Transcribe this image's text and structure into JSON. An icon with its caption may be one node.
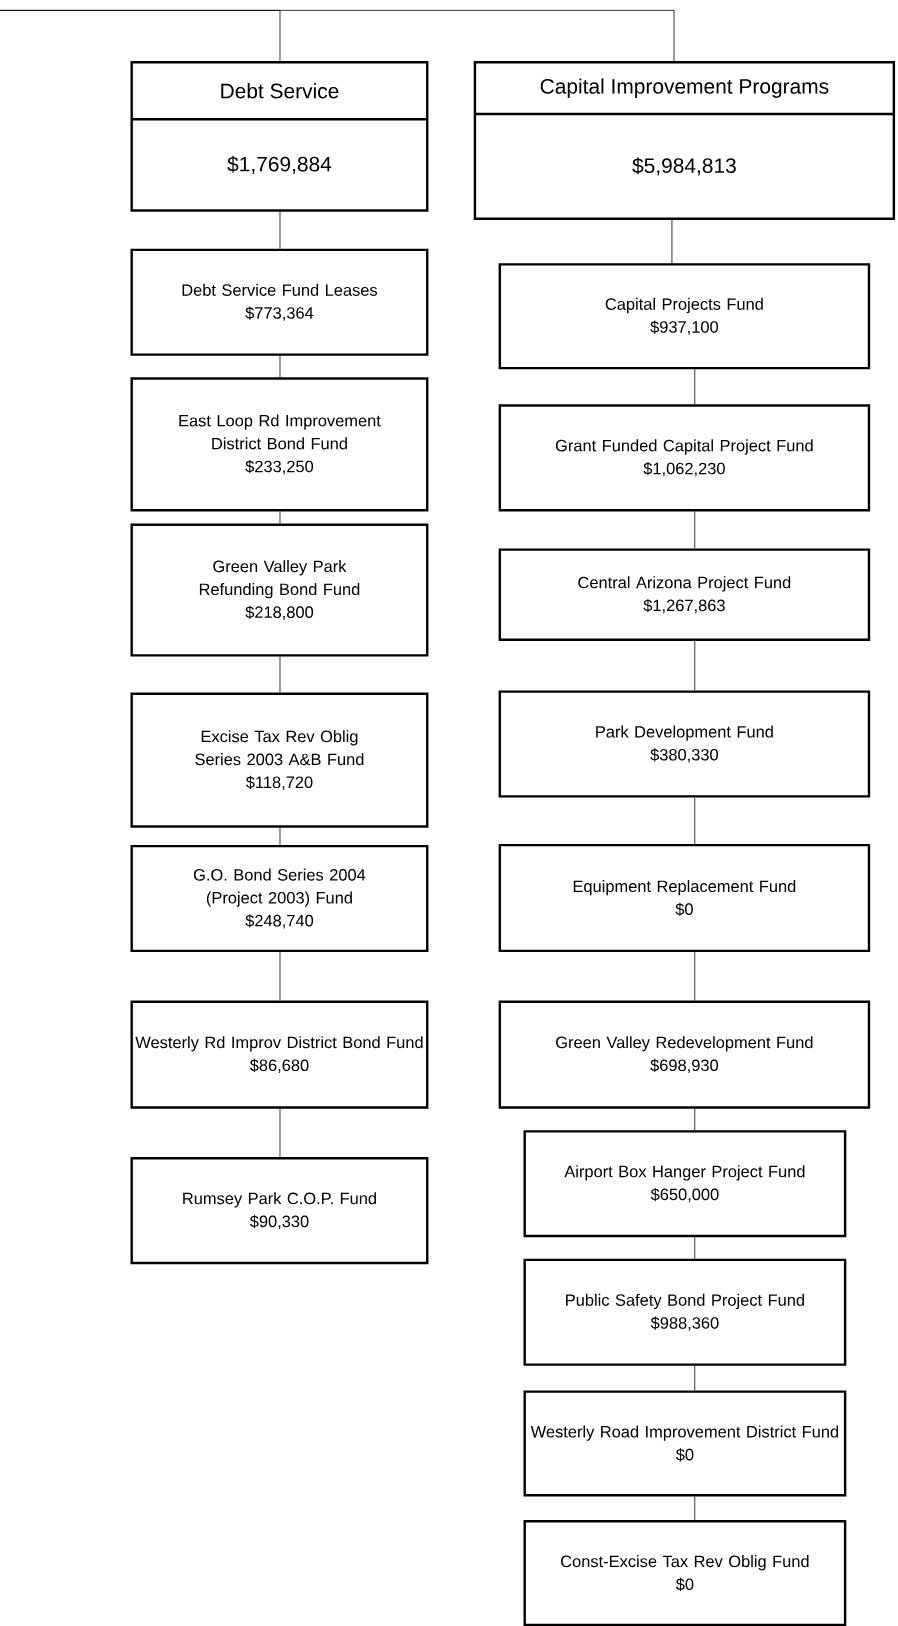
{
  "diagram": {
    "nodes": [
      {
        "text": [
          "Debt Service",
          "$1,769,884"
        ]
      },
      {
        "text": [
          "Debt Service Fund Leases",
          "$773,364"
        ]
      },
      {
        "text": [
          "East Loop Rd Improvement District Bond Fund",
          "$233,250"
        ]
      },
      {
        "text": [
          "Green Valley Park Refunding Bond Fund",
          "$218,800"
        ]
      },
      {
        "text": [
          "Excise Tax Rev Oblig Series 2003 A&B Fund",
          "$118,720"
        ]
      },
      {
        "text": [
          "G.O. Bond Series 2004 (Project 2003) Fund",
          "$248,740"
        ]
      },
      {
        "text": [
          "Westerly Rd Improv District Bond Fund",
          "$86,680"
        ]
      },
      {
        "text": [
          "Rumsey Park C.O.P. Fund",
          "$90,330"
        ]
      },
      {
        "text": [
          "Capital Improvement Programs",
          "$5,984,813"
        ]
      },
      {
        "text": [
          "Capital Projects Fund",
          "$937,100"
        ]
      },
      {
        "text": [
          "Grant Funded Capital Project Fund",
          "$1,062,230"
        ]
      },
      {
        "text": [
          "Central Arizona Project Fund",
          "$1,267,863"
        ]
      },
      {
        "text": [
          "Park Development Fund",
          "$380,330"
        ]
      },
      {
        "text": [
          "Equipment Replacement Fund",
          "$0"
        ]
      },
      {
        "text": [
          "Green Valley Redevelopment Fund",
          "$698,930"
        ]
      },
      {
        "text": [
          "Airport Box Hanger Project Fund",
          "$650,000"
        ]
      },
      {
        "text": [
          "Public Safety Bond Project Fund",
          "$988,360"
        ]
      },
      {
        "text": [
          "Westerly Road Improvement District Fund",
          "$0"
        ]
      },
      {
        "text": [
          "Const-Excise Tax Rev Oblig Fund",
          "$0"
        ]
      }
    ],
    "edges": [
      {
        "from": null,
        "to": 0,
        "arrow": "none"
      },
      {
        "from": null,
        "to": 8,
        "arrow": "none"
      },
      {
        "from": 0,
        "to": 1,
        "arrow": "none"
      },
      {
        "from": 1,
        "to": 2,
        "arrow": "none"
      },
      {
        "from": 2,
        "to": 3,
        "arrow": "none"
      },
      {
        "from": 3,
        "to": 4,
        "arrow": "none"
      },
      {
        "from": 4,
        "to": 5,
        "arrow": "none"
      },
      {
        "from": 5,
        "to": 6,
        "arrow": "none"
      },
      {
        "from": 6,
        "to": 7,
        "arrow": "none"
      },
      {
        "from": 8,
        "to": 9,
        "arrow": "none"
      },
      {
        "from": 9,
        "to": 10,
        "arrow": "none"
      },
      {
        "from": 10,
        "to": 11,
        "arrow": "none"
      },
      {
        "from": 11,
        "to": 12,
        "arrow": "none"
      },
      {
        "from": 12,
        "to": 13,
        "arrow": "none"
      },
      {
        "from": 13,
        "to": 14,
        "arrow": "none"
      },
      {
        "from": 14,
        "to": 15,
        "arrow": "none"
      },
      {
        "from": 15,
        "to": 16,
        "arrow": "none"
      },
      {
        "from": 16,
        "to": 17,
        "arrow": "none"
      },
      {
        "from": 17,
        "to": 18,
        "arrow": "none"
      }
    ]
  }
}
